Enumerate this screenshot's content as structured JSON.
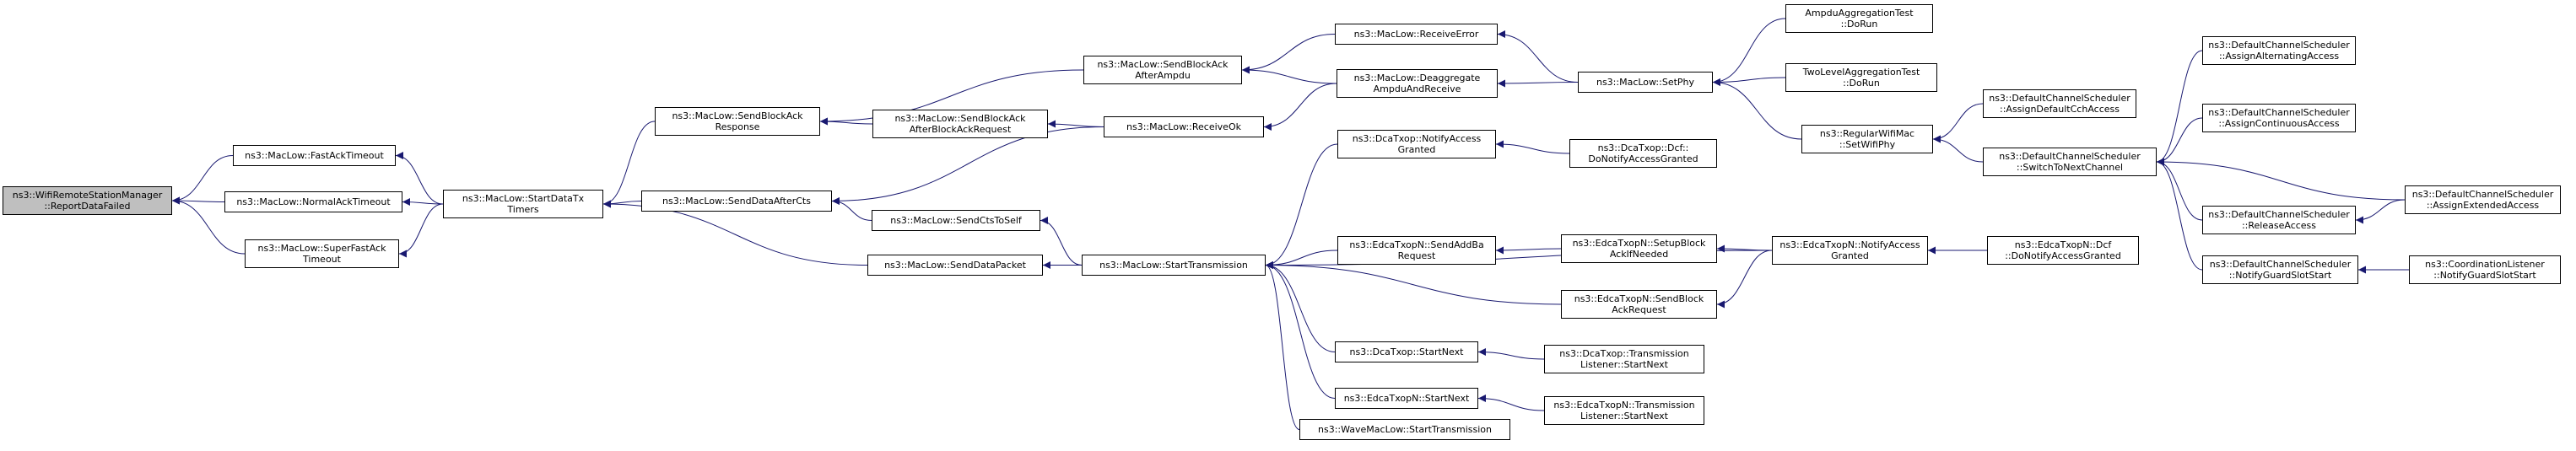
{
  "graph": {
    "root": {
      "id": "report",
      "lines": [
        "ns3::WifiRemoteStationManager",
        "::ReportDataFailed"
      ]
    },
    "nodes": [
      {
        "id": "fastack",
        "lines": [
          "ns3::MacLow::FastAckTimeout"
        ]
      },
      {
        "id": "normalack",
        "lines": [
          "ns3::MacLow::NormalAckTimeout"
        ]
      },
      {
        "id": "superfastack",
        "lines": [
          "ns3::MacLow::SuperFastAck",
          "Timeout"
        ]
      },
      {
        "id": "startdatatx",
        "lines": [
          "ns3::MacLow::StartDataTx",
          "Timers"
        ]
      },
      {
        "id": "sendblockackresp",
        "lines": [
          "ns3::MacLow::SendBlockAck",
          "Response"
        ]
      },
      {
        "id": "senddataaftercts",
        "lines": [
          "ns3::MacLow::SendDataAfterCts"
        ]
      },
      {
        "id": "senddatapacket",
        "lines": [
          "ns3::MacLow::SendDataPacket"
        ]
      },
      {
        "id": "sendblockackafterampdu",
        "lines": [
          "ns3::MacLow::SendBlockAck",
          "AfterAmpdu"
        ]
      },
      {
        "id": "sendblockackafterbareq",
        "lines": [
          "ns3::MacLow::SendBlockAck",
          "AfterBlockAckRequest"
        ]
      },
      {
        "id": "sendctstoself",
        "lines": [
          "ns3::MacLow::SendCtsToSelf"
        ]
      },
      {
        "id": "receiveerror",
        "lines": [
          "ns3::MacLow::ReceiveError"
        ]
      },
      {
        "id": "deaggregate",
        "lines": [
          "ns3::MacLow::Deaggregate",
          "AmpduAndReceive"
        ]
      },
      {
        "id": "receiveok",
        "lines": [
          "ns3::MacLow::ReceiveOk"
        ]
      },
      {
        "id": "starttransmission",
        "lines": [
          "ns3::MacLow::StartTransmission"
        ]
      },
      {
        "id": "setphy",
        "lines": [
          "ns3::MacLow::SetPhy"
        ]
      },
      {
        "id": "ampduaggtest",
        "lines": [
          "AmpduAggregationTest",
          "::DoRun"
        ]
      },
      {
        "id": "twolevelaggtest",
        "lines": [
          "TwoLevelAggregationTest",
          "::DoRun"
        ]
      },
      {
        "id": "regularwifimac",
        "lines": [
          "ns3::RegularWifiMac",
          "::SetWifiPhy"
        ]
      },
      {
        "id": "assigndefaultcch",
        "lines": [
          "ns3::DefaultChannelScheduler",
          "::AssignDefaultCchAccess"
        ]
      },
      {
        "id": "switchtonextchannel",
        "lines": [
          "ns3::DefaultChannelScheduler",
          "::SwitchToNextChannel"
        ]
      },
      {
        "id": "assignalternating",
        "lines": [
          "ns3::DefaultChannelScheduler",
          "::AssignAlternatingAccess"
        ]
      },
      {
        "id": "assigncontinuous",
        "lines": [
          "ns3::DefaultChannelScheduler",
          "::AssignContinuousAccess"
        ]
      },
      {
        "id": "releaseaccess",
        "lines": [
          "ns3::DefaultChannelScheduler",
          "::ReleaseAccess"
        ]
      },
      {
        "id": "assignextended",
        "lines": [
          "ns3::DefaultChannelScheduler",
          "::AssignExtendedAccess"
        ]
      },
      {
        "id": "notifyguardslotstart",
        "lines": [
          "ns3::DefaultChannelScheduler",
          "::NotifyGuardSlotStart"
        ]
      },
      {
        "id": "coordlistener",
        "lines": [
          "ns3::CoordinationListener",
          "::NotifyGuardSlotStart"
        ]
      },
      {
        "id": "dcatxopnotify",
        "lines": [
          "ns3::DcaTxop::NotifyAccess",
          "Granted"
        ]
      },
      {
        "id": "dcatxopdcf",
        "lines": [
          "ns3::DcaTxop::Dcf::",
          "DoNotifyAccessGranted"
        ]
      },
      {
        "id": "edcasendaddba",
        "lines": [
          "ns3::EdcaTxopN::SendAddBa",
          "Request"
        ]
      },
      {
        "id": "edcasetupblockack",
        "lines": [
          "ns3::EdcaTxopN::SetupBlock",
          "AckIfNeeded"
        ]
      },
      {
        "id": "edcanotifyaccess",
        "lines": [
          "ns3::EdcaTxopN::NotifyAccess",
          "Granted"
        ]
      },
      {
        "id": "edcadcf",
        "lines": [
          "ns3::EdcaTxopN::Dcf",
          "::DoNotifyAccessGranted"
        ]
      },
      {
        "id": "edcasendblockackreq",
        "lines": [
          "ns3::EdcaTxopN::SendBlock",
          "AckRequest"
        ]
      },
      {
        "id": "dcastartnext",
        "lines": [
          "ns3::DcaTxop::StartNext"
        ]
      },
      {
        "id": "dcatxlistener",
        "lines": [
          "ns3::DcaTxop::Transmission",
          "Listener::StartNext"
        ]
      },
      {
        "id": "edcastartnext",
        "lines": [
          "ns3::EdcaTxopN::StartNext"
        ]
      },
      {
        "id": "edcatxlistener",
        "lines": [
          "ns3::EdcaTxopN::Transmission",
          "Listener::StartNext"
        ]
      },
      {
        "id": "wavestarttx",
        "lines": [
          "ns3::WaveMacLow::StartTransmission"
        ]
      }
    ],
    "edges": [
      [
        "fastack",
        "report"
      ],
      [
        "normalack",
        "report"
      ],
      [
        "superfastack",
        "report"
      ],
      [
        "startdatatx",
        "fastack"
      ],
      [
        "startdatatx",
        "normalack"
      ],
      [
        "startdatatx",
        "superfastack"
      ],
      [
        "sendblockackresp",
        "startdatatx"
      ],
      [
        "senddataaftercts",
        "startdatatx"
      ],
      [
        "senddatapacket",
        "startdatatx"
      ],
      [
        "sendblockackafterampdu",
        "sendblockackresp"
      ],
      [
        "sendblockackafterbareq",
        "sendblockackresp"
      ],
      [
        "receiveok",
        "senddataaftercts"
      ],
      [
        "sendctstoself",
        "senddataaftercts"
      ],
      [
        "starttransmission",
        "senddatapacket"
      ],
      [
        "starttransmission",
        "sendctstoself"
      ],
      [
        "receiveerror",
        "sendblockackafterampdu"
      ],
      [
        "deaggregate",
        "sendblockackafterampdu"
      ],
      [
        "receiveok",
        "sendblockackafterbareq"
      ],
      [
        "deaggregate",
        "receiveok"
      ],
      [
        "setphy",
        "receiveerror"
      ],
      [
        "setphy",
        "deaggregate"
      ],
      [
        "ampduaggtest",
        "setphy"
      ],
      [
        "twolevelaggtest",
        "setphy"
      ],
      [
        "regularwifimac",
        "setphy"
      ],
      [
        "assigndefaultcch",
        "regularwifimac"
      ],
      [
        "switchtonextchannel",
        "regularwifimac"
      ],
      [
        "assignalternating",
        "switchtonextchannel"
      ],
      [
        "assigncontinuous",
        "switchtonextchannel"
      ],
      [
        "releaseaccess",
        "switchtonextchannel"
      ],
      [
        "assignextended",
        "switchtonextchannel"
      ],
      [
        "notifyguardslotstart",
        "switchtonextchannel"
      ],
      [
        "assignextended",
        "releaseaccess"
      ],
      [
        "coordlistener",
        "notifyguardslotstart"
      ],
      [
        "dcatxopnotify",
        "starttransmission"
      ],
      [
        "dcatxopdcf",
        "dcatxopnotify"
      ],
      [
        "edcanotifyaccess",
        "starttransmission"
      ],
      [
        "edcadcf",
        "edcanotifyaccess"
      ],
      [
        "edcasendaddba",
        "starttransmission"
      ],
      [
        "edcasetupblockack",
        "edcasendaddba"
      ],
      [
        "edcanotifyaccess",
        "edcasetupblockack"
      ],
      [
        "edcasendblockackreq",
        "starttransmission"
      ],
      [
        "edcanotifyaccess",
        "edcasendblockackreq"
      ],
      [
        "dcastartnext",
        "starttransmission"
      ],
      [
        "dcatxlistener",
        "dcastartnext"
      ],
      [
        "edcastartnext",
        "starttransmission"
      ],
      [
        "edcatxlistener",
        "edcastartnext"
      ],
      [
        "wavestarttx",
        "starttransmission"
      ]
    ]
  }
}
